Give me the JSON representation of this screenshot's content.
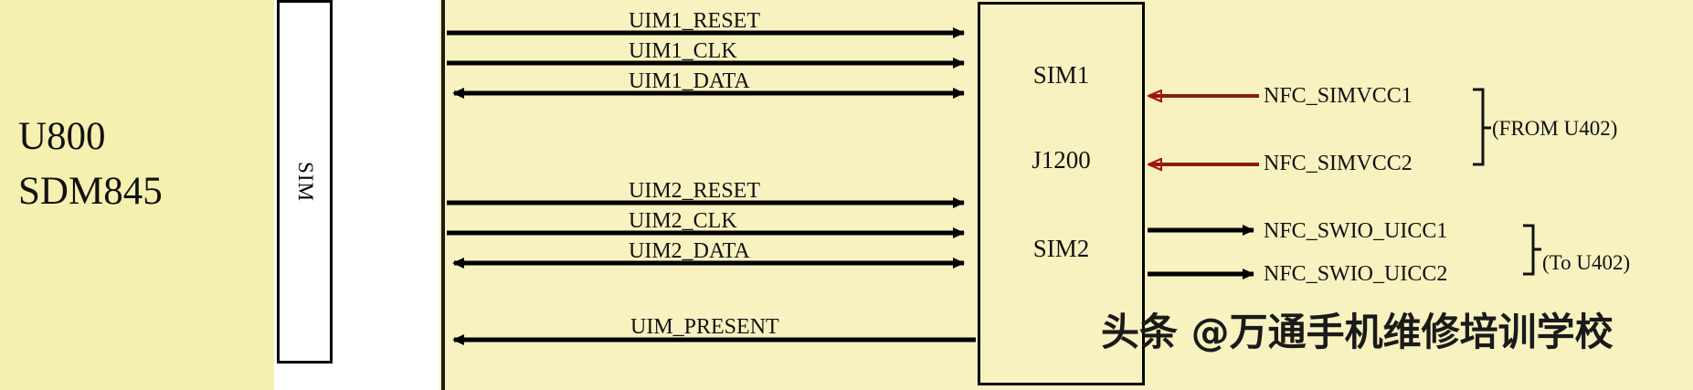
{
  "diagram": {
    "chip": {
      "line1": "U800",
      "line2": "SDM845",
      "sim_block_label": "SIM"
    },
    "connector": {
      "top_label": "SIM1",
      "mid_label": "J1200",
      "bottom_label": "SIM2"
    },
    "signals_group1": [
      {
        "name": "UIM1_RESET",
        "direction": "to-connector"
      },
      {
        "name": "UIM1_CLK",
        "direction": "to-connector"
      },
      {
        "name": "UIM1_DATA",
        "direction": "bidirectional"
      }
    ],
    "signals_group2": [
      {
        "name": "UIM2_RESET",
        "direction": "to-connector"
      },
      {
        "name": "UIM2_CLK",
        "direction": "to-connector"
      },
      {
        "name": "UIM2_DATA",
        "direction": "bidirectional"
      }
    ],
    "signals_group3": [
      {
        "name": "UIM_PRESENT",
        "direction": "to-chip"
      }
    ],
    "right_inputs": [
      {
        "name": "NFC_SIMVCC1"
      },
      {
        "name": "NFC_SIMVCC2"
      }
    ],
    "right_inputs_note": "(FROM U402)",
    "right_outputs": [
      {
        "name": "NFC_SWIO_UICC1"
      },
      {
        "name": "NFC_SWIO_UICC2"
      }
    ],
    "right_outputs_note": "(To U402)",
    "watermark": "头条 @万通手机维修培训学校",
    "colors": {
      "panel_left": "#f5f0b0",
      "panel_right": "#f7f2c0",
      "wire": "#000000",
      "wire_red": "#8b1a10",
      "arrow_red_outline": "#c00000"
    }
  }
}
